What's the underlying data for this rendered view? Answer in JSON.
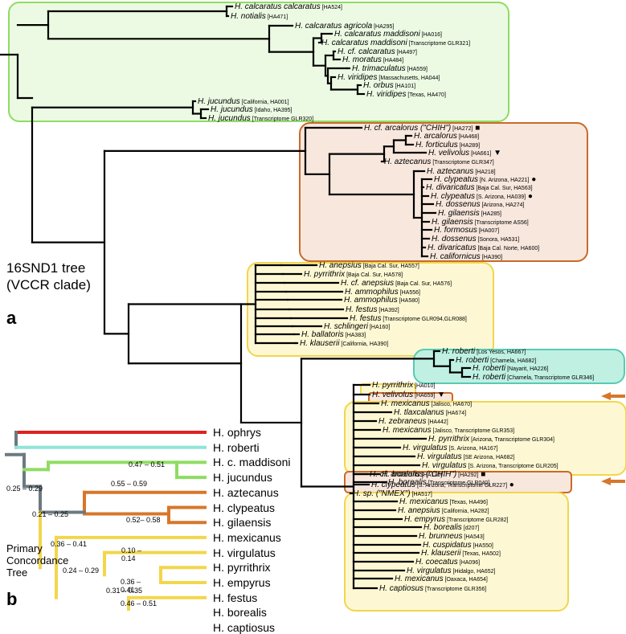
{
  "clade_label": "16SND1 tree",
  "clade_sublabel": "(VCCR clade)",
  "panel_a": "a",
  "panel_b": "b",
  "concordance_label": [
    "Primary",
    "Concordance",
    "Tree"
  ],
  "colors": {
    "green": "#8fdc63",
    "green_fill": "#ecfae3",
    "orange": "#c96a2a",
    "orange_fill": "#f7e7dc",
    "yellow": "#f2d64c",
    "yellow_fill": "#fdf8d3",
    "teal": "#57cbb3",
    "teal_fill": "#bff0e2",
    "arrow": "#d7772a",
    "red_branch": "#e02020",
    "gray_branch": "#6b7a80"
  },
  "leaves": [
    {
      "name": "H. calcaratus calcaratus",
      "code": "[HA524]"
    },
    {
      "name": "H. notialis",
      "code": "[HA471]"
    },
    {
      "name": "H. calcaratus agricola",
      "code": "[HA295]"
    },
    {
      "name": "H. calcaratus maddisoni",
      "code": "[HA016]"
    },
    {
      "name": "H. calcaratus maddisoni",
      "code": "[Transcriptome GLR321]"
    },
    {
      "name": "H. cf. calcaratus",
      "code": "[HA497]"
    },
    {
      "name": "H. moratus",
      "code": "[HA484]"
    },
    {
      "name": "H. trimaculatus",
      "code": "[HA559]"
    },
    {
      "name": "H. viridipes",
      "code": "[Massachusetts, HA044]"
    },
    {
      "name": "H. orbus",
      "code": "[HA101]"
    },
    {
      "name": "H. viridipes",
      "code": "[Texas, HA470]"
    },
    {
      "name": "H. jucundus",
      "code": "[California, HA001]"
    },
    {
      "name": "H. jucundus",
      "code": "[Idaho, HA395]"
    },
    {
      "name": "H. jucundus",
      "code": "[Transcriptome GLR320]"
    },
    {
      "name": "H. cf. arcalorus (\"CHIH\")",
      "code": "[HA272]",
      "marker": "■"
    },
    {
      "name": "H. arcalorus",
      "code": "[HA468]"
    },
    {
      "name": "H. forticulus",
      "code": "[HA289]"
    },
    {
      "name": "H. velivolus",
      "code": "[HA661]",
      "marker": "▼"
    },
    {
      "name": "H. aztecanus",
      "code": "[Transcriptome GLR347]"
    },
    {
      "name": "H. aztecanus",
      "code": "[HA218]"
    },
    {
      "name": "H. clypeatus",
      "code": "[N. Arizona, HA221]",
      "marker": "●"
    },
    {
      "name": "H. divaricatus",
      "code": "[Baja Cal. Sur, HA563]"
    },
    {
      "name": "H. clypeatus",
      "code": "[S. Arizona, HA039]",
      "marker": "●"
    },
    {
      "name": "H. dossenus",
      "code": "[Arizona, HA274]"
    },
    {
      "name": "H. gilaensis",
      "code": "[HA285]"
    },
    {
      "name": "H. gilaensis",
      "code": "[Transcriptome AS56]"
    },
    {
      "name": "H. formosus",
      "code": "[HA007]"
    },
    {
      "name": "H. dossenus",
      "code": "[Sonora, HA531]"
    },
    {
      "name": "H. divaricatus",
      "code": "[Baja Cal. Norte, HA600]"
    },
    {
      "name": "H. californicus",
      "code": "[HA390]"
    },
    {
      "name": "H. anepsius",
      "code": "[Baja Cal. Sur, HA557]"
    },
    {
      "name": "H. pyrrithrix",
      "code": "[Baja Cal. Sur, HA578]"
    },
    {
      "name": "H. cf. anepsius",
      "code": "[Baja Cal. Sur, HA576]"
    },
    {
      "name": "H. ammophilus",
      "code": "[HA556]"
    },
    {
      "name": "H. ammophilus",
      "code": "[HA580]"
    },
    {
      "name": "H. festus",
      "code": "[HA392]"
    },
    {
      "name": "H. festus",
      "code": "[Transcriptome GLR094,GLR088]"
    },
    {
      "name": "H. schlingeri",
      "code": "[HA160]"
    },
    {
      "name": "H. ballatoris",
      "code": "[HA383]"
    },
    {
      "name": "H. klauserii",
      "code": "[California, HA390]"
    },
    {
      "name": "H. roberti",
      "code": "[Los Yesos, HA667]"
    },
    {
      "name": "H. roberti",
      "code": "[Chamela, HA682]"
    },
    {
      "name": "H. roberti",
      "code": "[Nayarit, HA226]"
    },
    {
      "name": "H. roberti",
      "code": "[Chamela, Transcriptome GLR346]"
    },
    {
      "name": "H. pyrrithrix",
      "code": "[HA010]"
    },
    {
      "name": "H. velivolus",
      "code": "[HA659]",
      "marker": "▼"
    },
    {
      "name": "H. mexicanus",
      "code": "[Jalisco, HA670]"
    },
    {
      "name": "H. tlaxcalanus",
      "code": "[HA674]"
    },
    {
      "name": "H. zebraneus",
      "code": "[HA442]"
    },
    {
      "name": "H. mexicanus",
      "code": "[Jalisco, Transcriptome GLR353]"
    },
    {
      "name": "H. pyrrithrix",
      "code": "[Arizona, Transcriptome GLR304]"
    },
    {
      "name": "H. virgulatus",
      "code": "[S. Arizona, HA167]"
    },
    {
      "name": "H. virgulatus",
      "code": "[SE Arizona, HA682]"
    },
    {
      "name": "H. virgulatus",
      "code": "[S. Arizona, Transcriptome GLR205]"
    },
    {
      "name": "H. borealis",
      "code": "[HA130]"
    },
    {
      "name": "H. borealis",
      "code": "[Transcriptome GLR040]"
    },
    {
      "name": "H. cf. arcalorus (\"CHIH\")",
      "code": "[HA292]",
      "marker": "■"
    },
    {
      "name": "H. clypeatus",
      "code": "[S. Arizona, Transcriptome GLR227]",
      "marker": "●"
    },
    {
      "name": "H. sp. (\"NMEX\")",
      "code": "[HA517]"
    },
    {
      "name": "H. mexicanus",
      "code": "[Texas, HA496]"
    },
    {
      "name": "H. anepsius",
      "code": "[California, HA282]"
    },
    {
      "name": "H. empyrus",
      "code": "[Transcriptome GLR282]"
    },
    {
      "name": "H. borealis",
      "code": "[d207]"
    },
    {
      "name": "H. brunneus",
      "code": "[HA543]"
    },
    {
      "name": "H. cuspidatus",
      "code": "[HA550]"
    },
    {
      "name": "H. klauserii",
      "code": "[Texas, HA502]"
    },
    {
      "name": "H. coecatus",
      "code": "[HA096]"
    },
    {
      "name": "H. virgulatus",
      "code": "[Hidalgo, HA652]"
    },
    {
      "name": "H. mexicanus",
      "code": "[Oaxaca, HA654]"
    },
    {
      "name": "H. captiosus",
      "code": "[Transcriptome GLR356]"
    }
  ],
  "concordance_taxa": [
    "H. ophrys",
    "H. roberti",
    "H. c. maddisoni",
    "H. jucundus",
    "H. aztecanus",
    "H. clypeatus",
    "H. gilaensis",
    "H. mexicanus",
    "H. virgulatus",
    "H. pyrrithrix",
    "H. empyrus",
    "H. festus",
    "H. borealis",
    "H. captiosus"
  ],
  "concordance_factors": [
    "0.47 – 0.51",
    "0.25 – 0.29",
    "0.55 – 0.59",
    "0.52– 0.58",
    "0.21 – 0.25",
    "0.10 –",
    "0.14",
    "0.36 – 0.41",
    "0.36 –",
    "0.41",
    "0.24 – 0.29",
    "0.31 – 0.35",
    "0.46 – 0.51"
  ]
}
